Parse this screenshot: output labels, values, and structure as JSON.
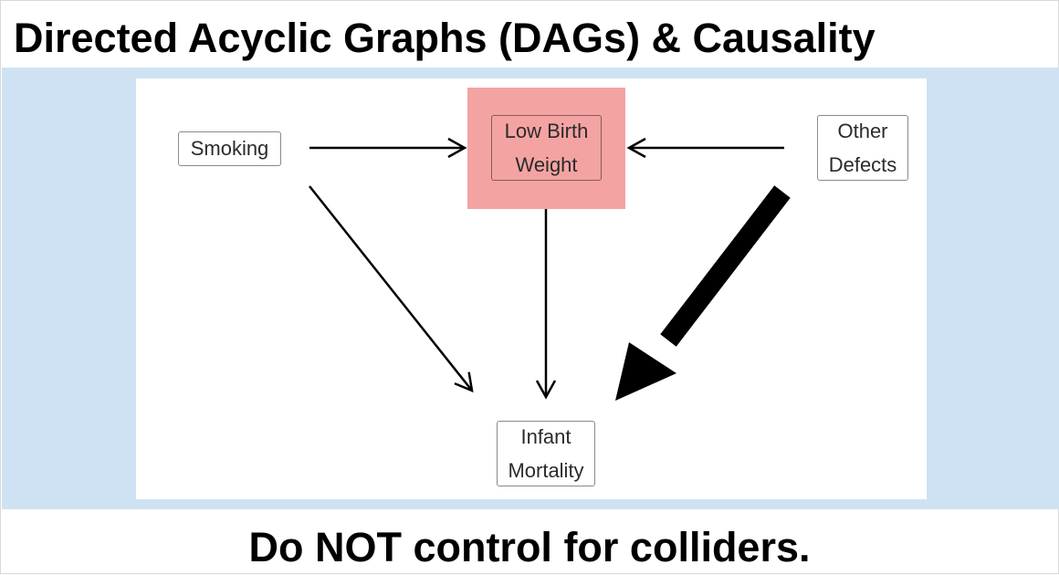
{
  "slide": {
    "title": "Directed Acyclic Graphs (DAGs) & Causality",
    "caption": "Do NOT control for colliders."
  },
  "diagram": {
    "nodes": {
      "smoking": "Smoking",
      "low_birth_weight": "Low Birth\nWeight",
      "other_defects": "Other\nDefects",
      "infant_mortality": "Infant\nMortality"
    },
    "edges": [
      {
        "from": "smoking",
        "to": "low_birth_weight"
      },
      {
        "from": "other_defects",
        "to": "low_birth_weight"
      },
      {
        "from": "smoking",
        "to": "infant_mortality"
      },
      {
        "from": "low_birth_weight",
        "to": "infant_mortality"
      },
      {
        "from": "other_defects",
        "to": "infant_mortality",
        "emphasis": "bold"
      }
    ],
    "colors": {
      "band": "#cfe2f3",
      "highlight": "#f4a3a3",
      "arrow": "#000000"
    }
  }
}
